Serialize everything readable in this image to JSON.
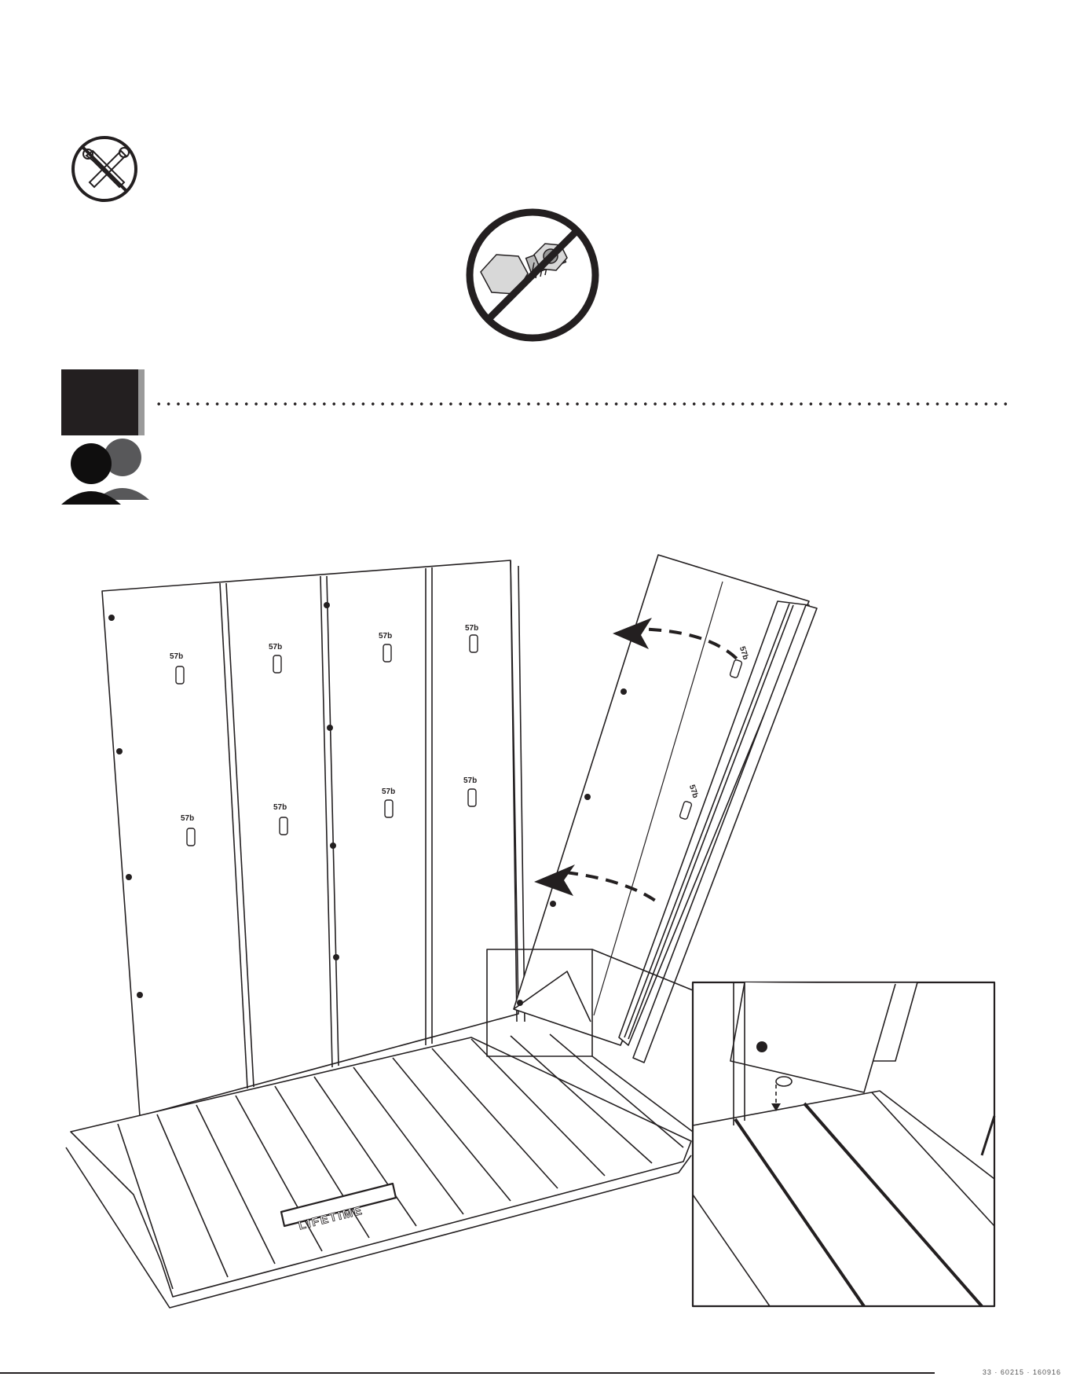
{
  "icons": {
    "no_tools": "no-tools-icon",
    "no_hardware": "no-hardware-icon",
    "two_person": "two-person-icon"
  },
  "step": {
    "number": ""
  },
  "part_labels": {
    "wall_panel": "57b"
  },
  "floor": {
    "brand": "LIFETIME"
  },
  "footer": {
    "page_mark": "33 · 60215 · 160916"
  },
  "colors": {
    "ink": "#231f20",
    "gray": "#9a9a9a",
    "person_back": "#58585a",
    "nut_fill": "#d8d8d8"
  }
}
